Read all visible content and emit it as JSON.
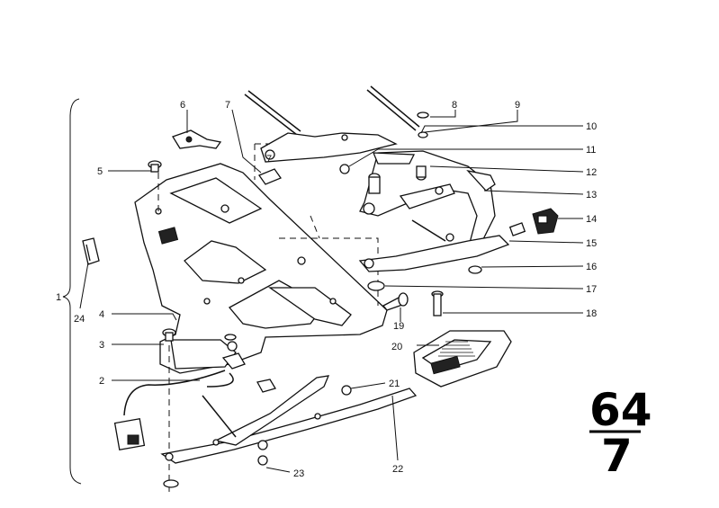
{
  "diagram": {
    "group_label": "1",
    "callouts": [
      "2",
      "3",
      "4",
      "5",
      "6",
      "7",
      "7",
      "8",
      "9",
      "10",
      "11",
      "12",
      "13",
      "14",
      "15",
      "16",
      "17",
      "18",
      "19",
      "20",
      "21",
      "22",
      "23",
      "24"
    ],
    "section": {
      "top": "64",
      "bottom": "7"
    }
  }
}
